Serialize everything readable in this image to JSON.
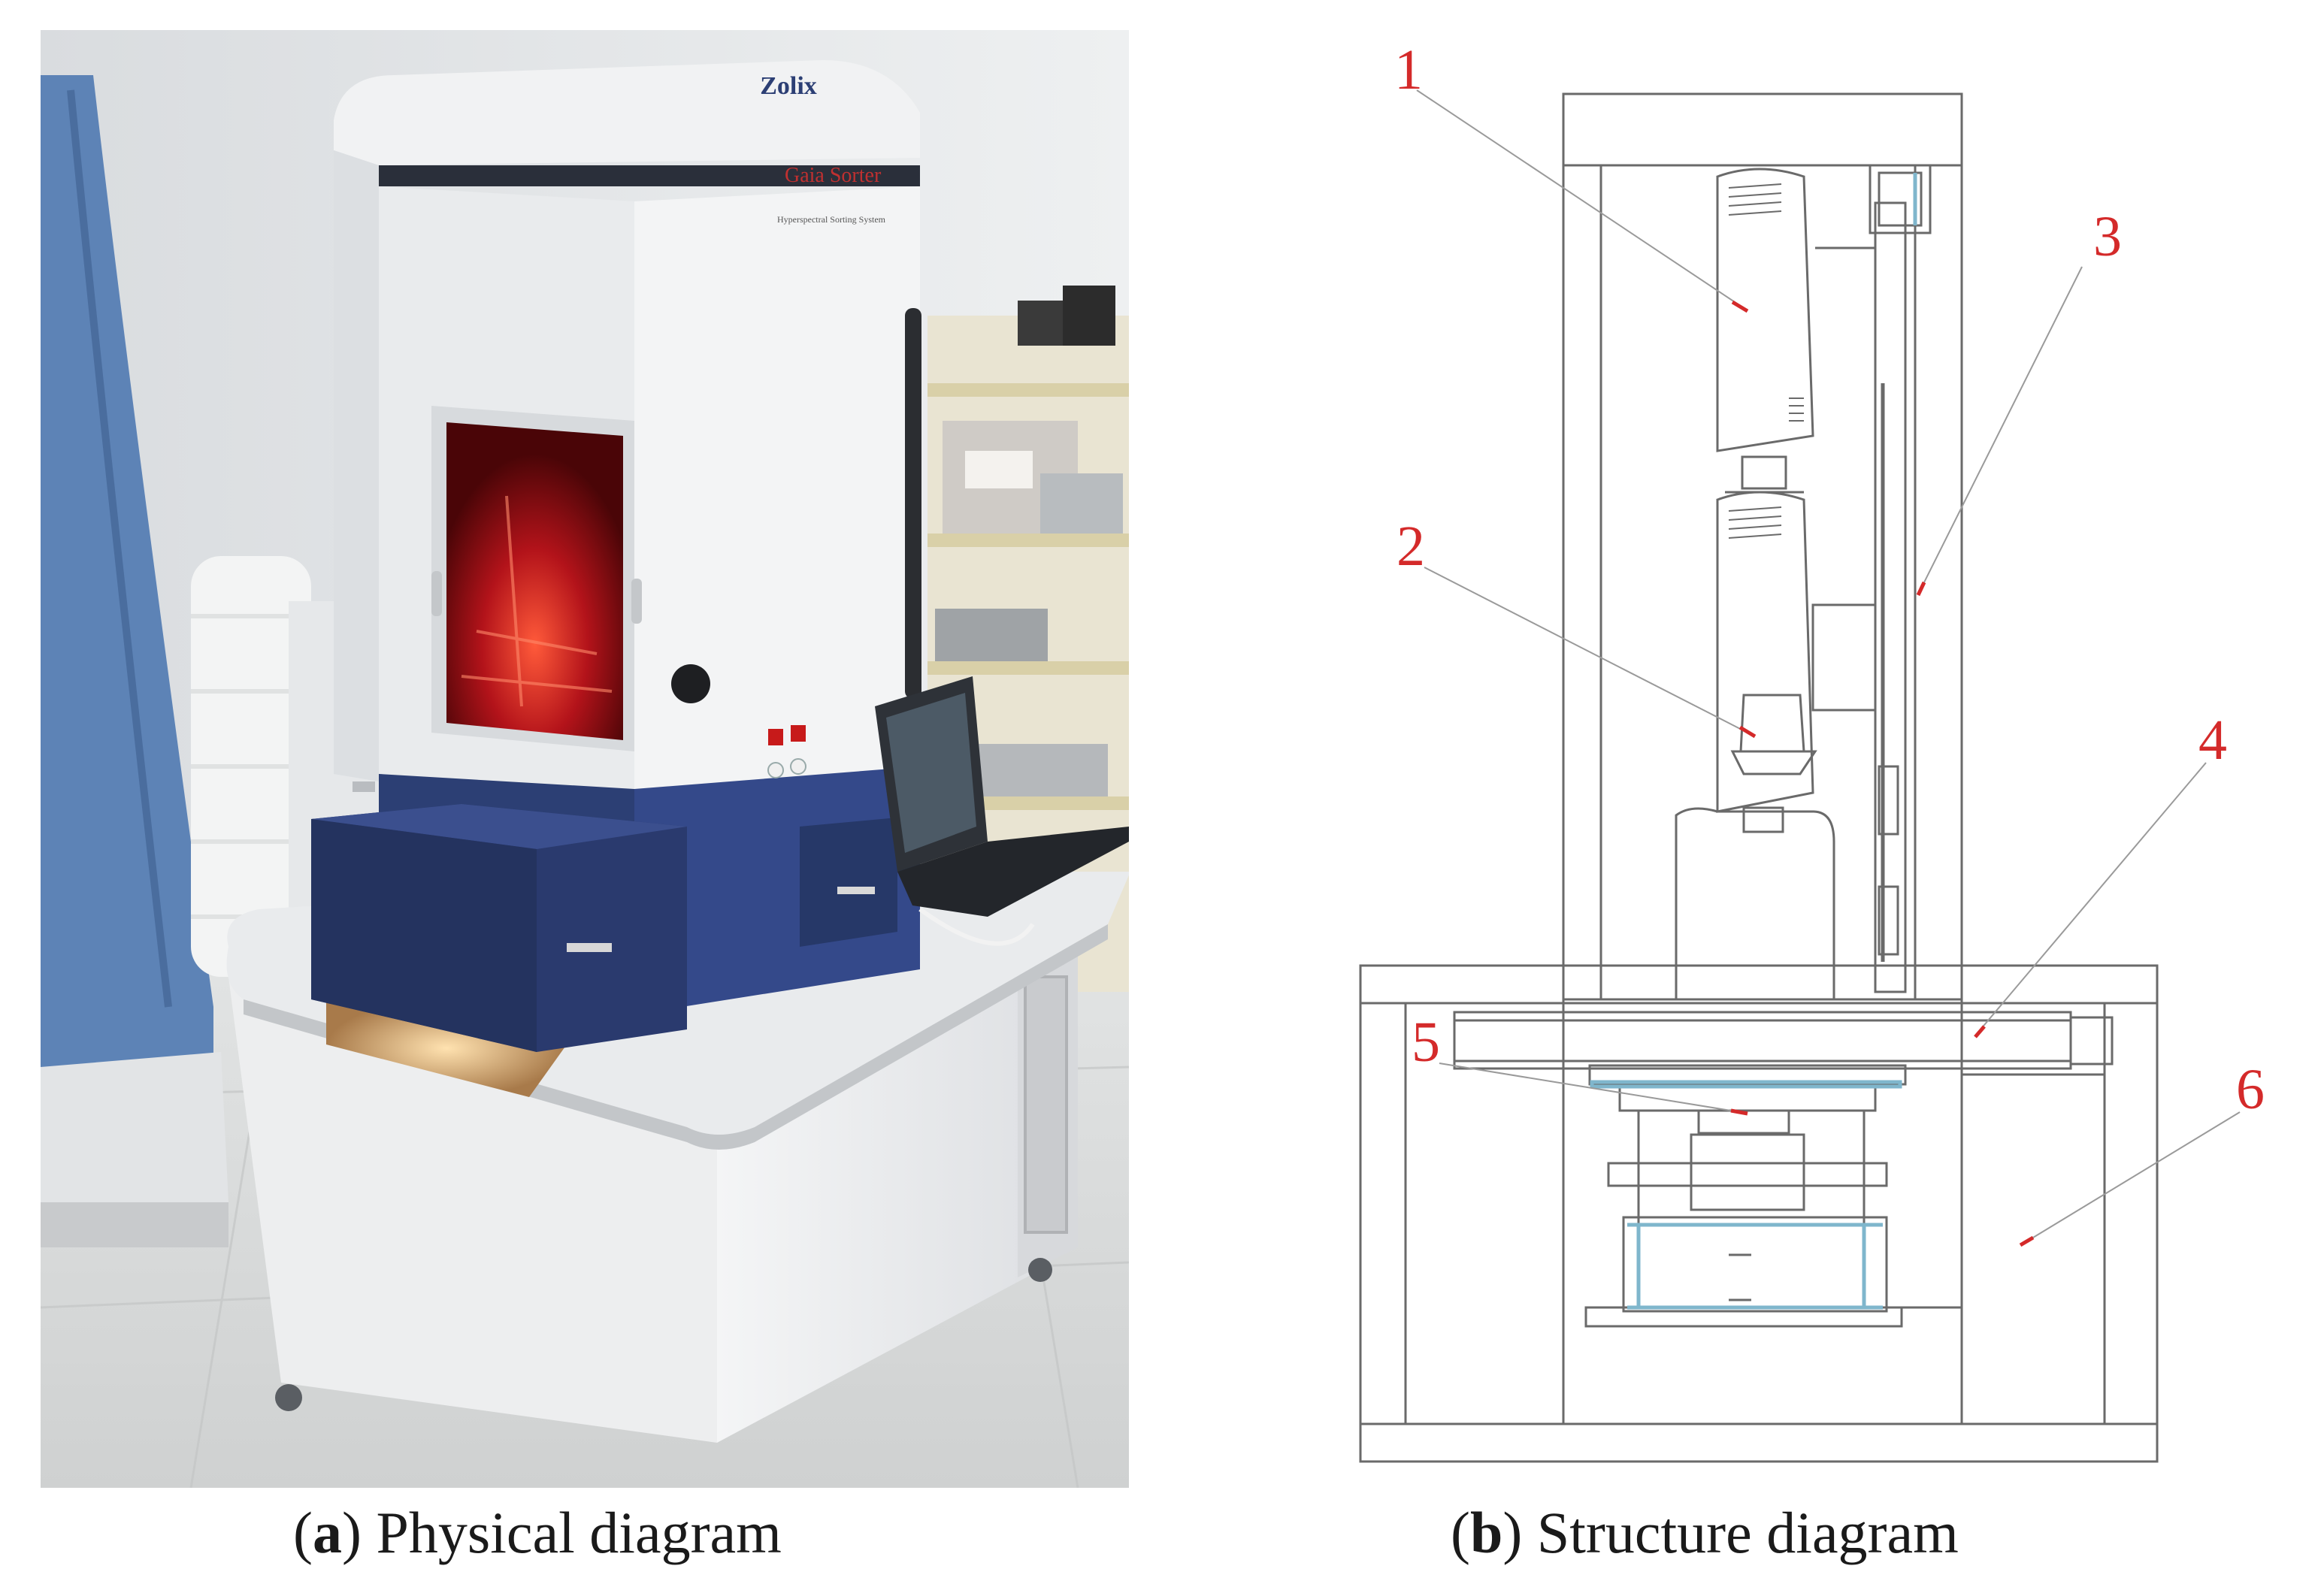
{
  "photo": {
    "brand": "Zolix",
    "model": "Gaia Sorter",
    "subtitle": "Hyperspectral Sorting System"
  },
  "structure": {
    "callouts": [
      "1",
      "2",
      "3",
      "4",
      "5",
      "6"
    ]
  },
  "captions": {
    "a": {
      "letter": "a",
      "text": "Physical diagram"
    },
    "b": {
      "letter": "b",
      "text": "Structure diagram"
    }
  },
  "colors": {
    "callout_red": "#d42a2a",
    "enclosure_blue": "#2c3f74",
    "cabinet_white": "#ebecee",
    "window_red": "#c81e1e"
  }
}
